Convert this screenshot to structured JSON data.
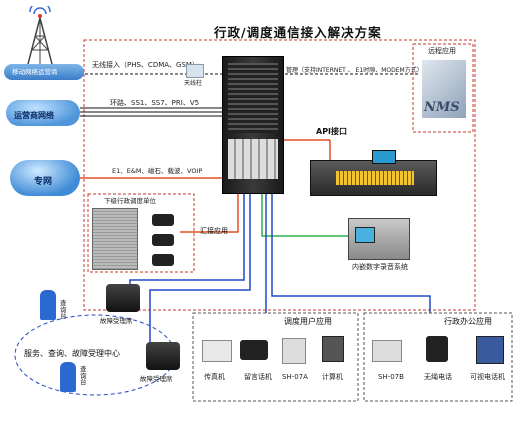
{
  "title": "行政/调度通信接入解决方案",
  "tower_label": "移动网络运营商",
  "carrier_cloud_label": "运营商网络",
  "private_cloud_label": "专网",
  "link_wireless": "无线接入（PHS、CDMA、GSM）",
  "antenna_label": "天线柱",
  "link_loop": "环路、SS1、SS7、PRI、V5",
  "link_e1": "E1、E&M、磁石、载波、VOIP",
  "management_label": "管理（支持INTERNET 、 E1时隙、MODEM方式）",
  "remote_app_label": "远程应用",
  "nms_label": "NMS",
  "api_label": "API接口",
  "recorder_label": "内嵌数字录音系统",
  "sub_unit_label": "下级行政调度单位",
  "report_label": "汇接应用",
  "service_center": "服务、查询、故障受理中心",
  "desk_label": "查询台",
  "fault_seat_label": "故障受理席",
  "dispatch_user_title": "调度用户应用",
  "office_title": "行政办公应用",
  "dispatch_devices": [
    "传真机",
    "留言话机",
    "SH-07A",
    "计算机"
  ],
  "office_devices": [
    "SH-07B",
    "无绳电话",
    "可视电话机"
  ],
  "colors": {
    "line_red": "#e05020",
    "line_green": "#2db04a",
    "line_blue": "#2048c8",
    "line_black": "#111111"
  }
}
